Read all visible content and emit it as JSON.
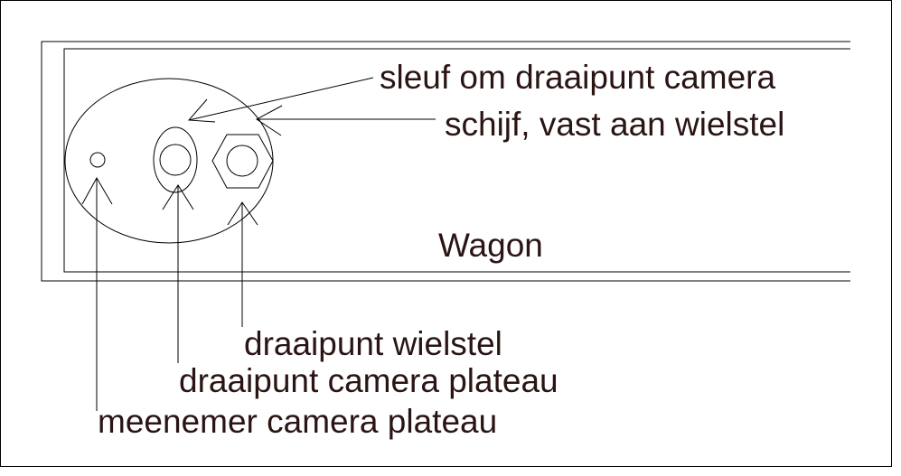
{
  "diagram": {
    "labels": {
      "slot": "sleuf om draaipunt camera",
      "disc": "schijf, vast aan wielstel",
      "wagon": "Wagon",
      "pivot_wheelset": "draaipunt wielstel",
      "pivot_camera_plateau": "draaipunt camera plateau",
      "driver_camera_plateau": "meenemer camera plateau"
    },
    "colors": {
      "text": "#2a1414",
      "lines": "#000000",
      "background": "#ffffff"
    }
  }
}
